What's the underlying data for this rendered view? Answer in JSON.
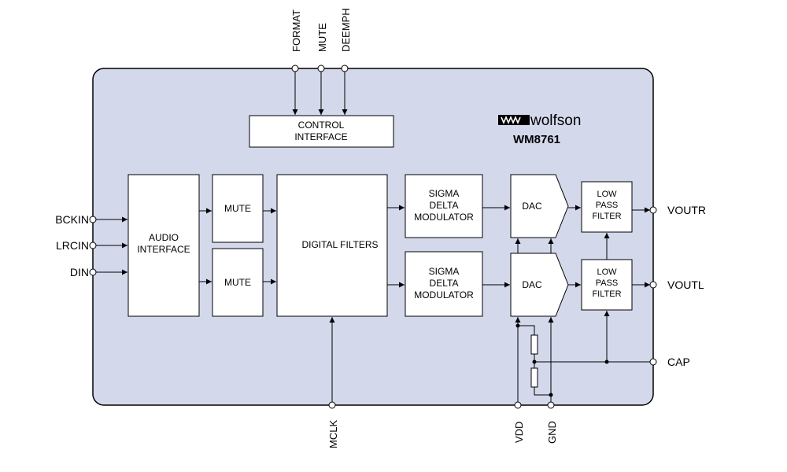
{
  "chip": {
    "brand": "wolfson",
    "part": "WM8761",
    "colors": {
      "body": "#d4d8eb",
      "block": "#ffffff",
      "line": "#000000"
    }
  },
  "blocks": {
    "control_interface": [
      "CONTROL",
      "INTERFACE"
    ],
    "audio_interface": [
      "AUDIO",
      "INTERFACE"
    ],
    "mute_top": "MUTE",
    "mute_bottom": "MUTE",
    "digital_filters": "DIGITAL FILTERS",
    "sigma_top": [
      "SIGMA",
      "DELTA",
      "MODULATOR"
    ],
    "sigma_bottom": [
      "SIGMA",
      "DELTA",
      "MODULATOR"
    ],
    "dac_top": "DAC",
    "dac_bottom": "DAC",
    "lpf_top": [
      "LOW",
      "PASS",
      "FILTER"
    ],
    "lpf_bottom": [
      "LOW",
      "PASS",
      "FILTER"
    ]
  },
  "pins": {
    "format": "FORMAT",
    "mute": "MUTE",
    "deemph": "DEEMPH",
    "bckin": "BCKIN",
    "lrcin": "LRCIN",
    "din": "DIN",
    "voutr": "VOUTR",
    "voutl": "VOUTL",
    "cap": "CAP",
    "mclk": "MCLK",
    "vdd": "VDD",
    "gnd": "GND"
  }
}
